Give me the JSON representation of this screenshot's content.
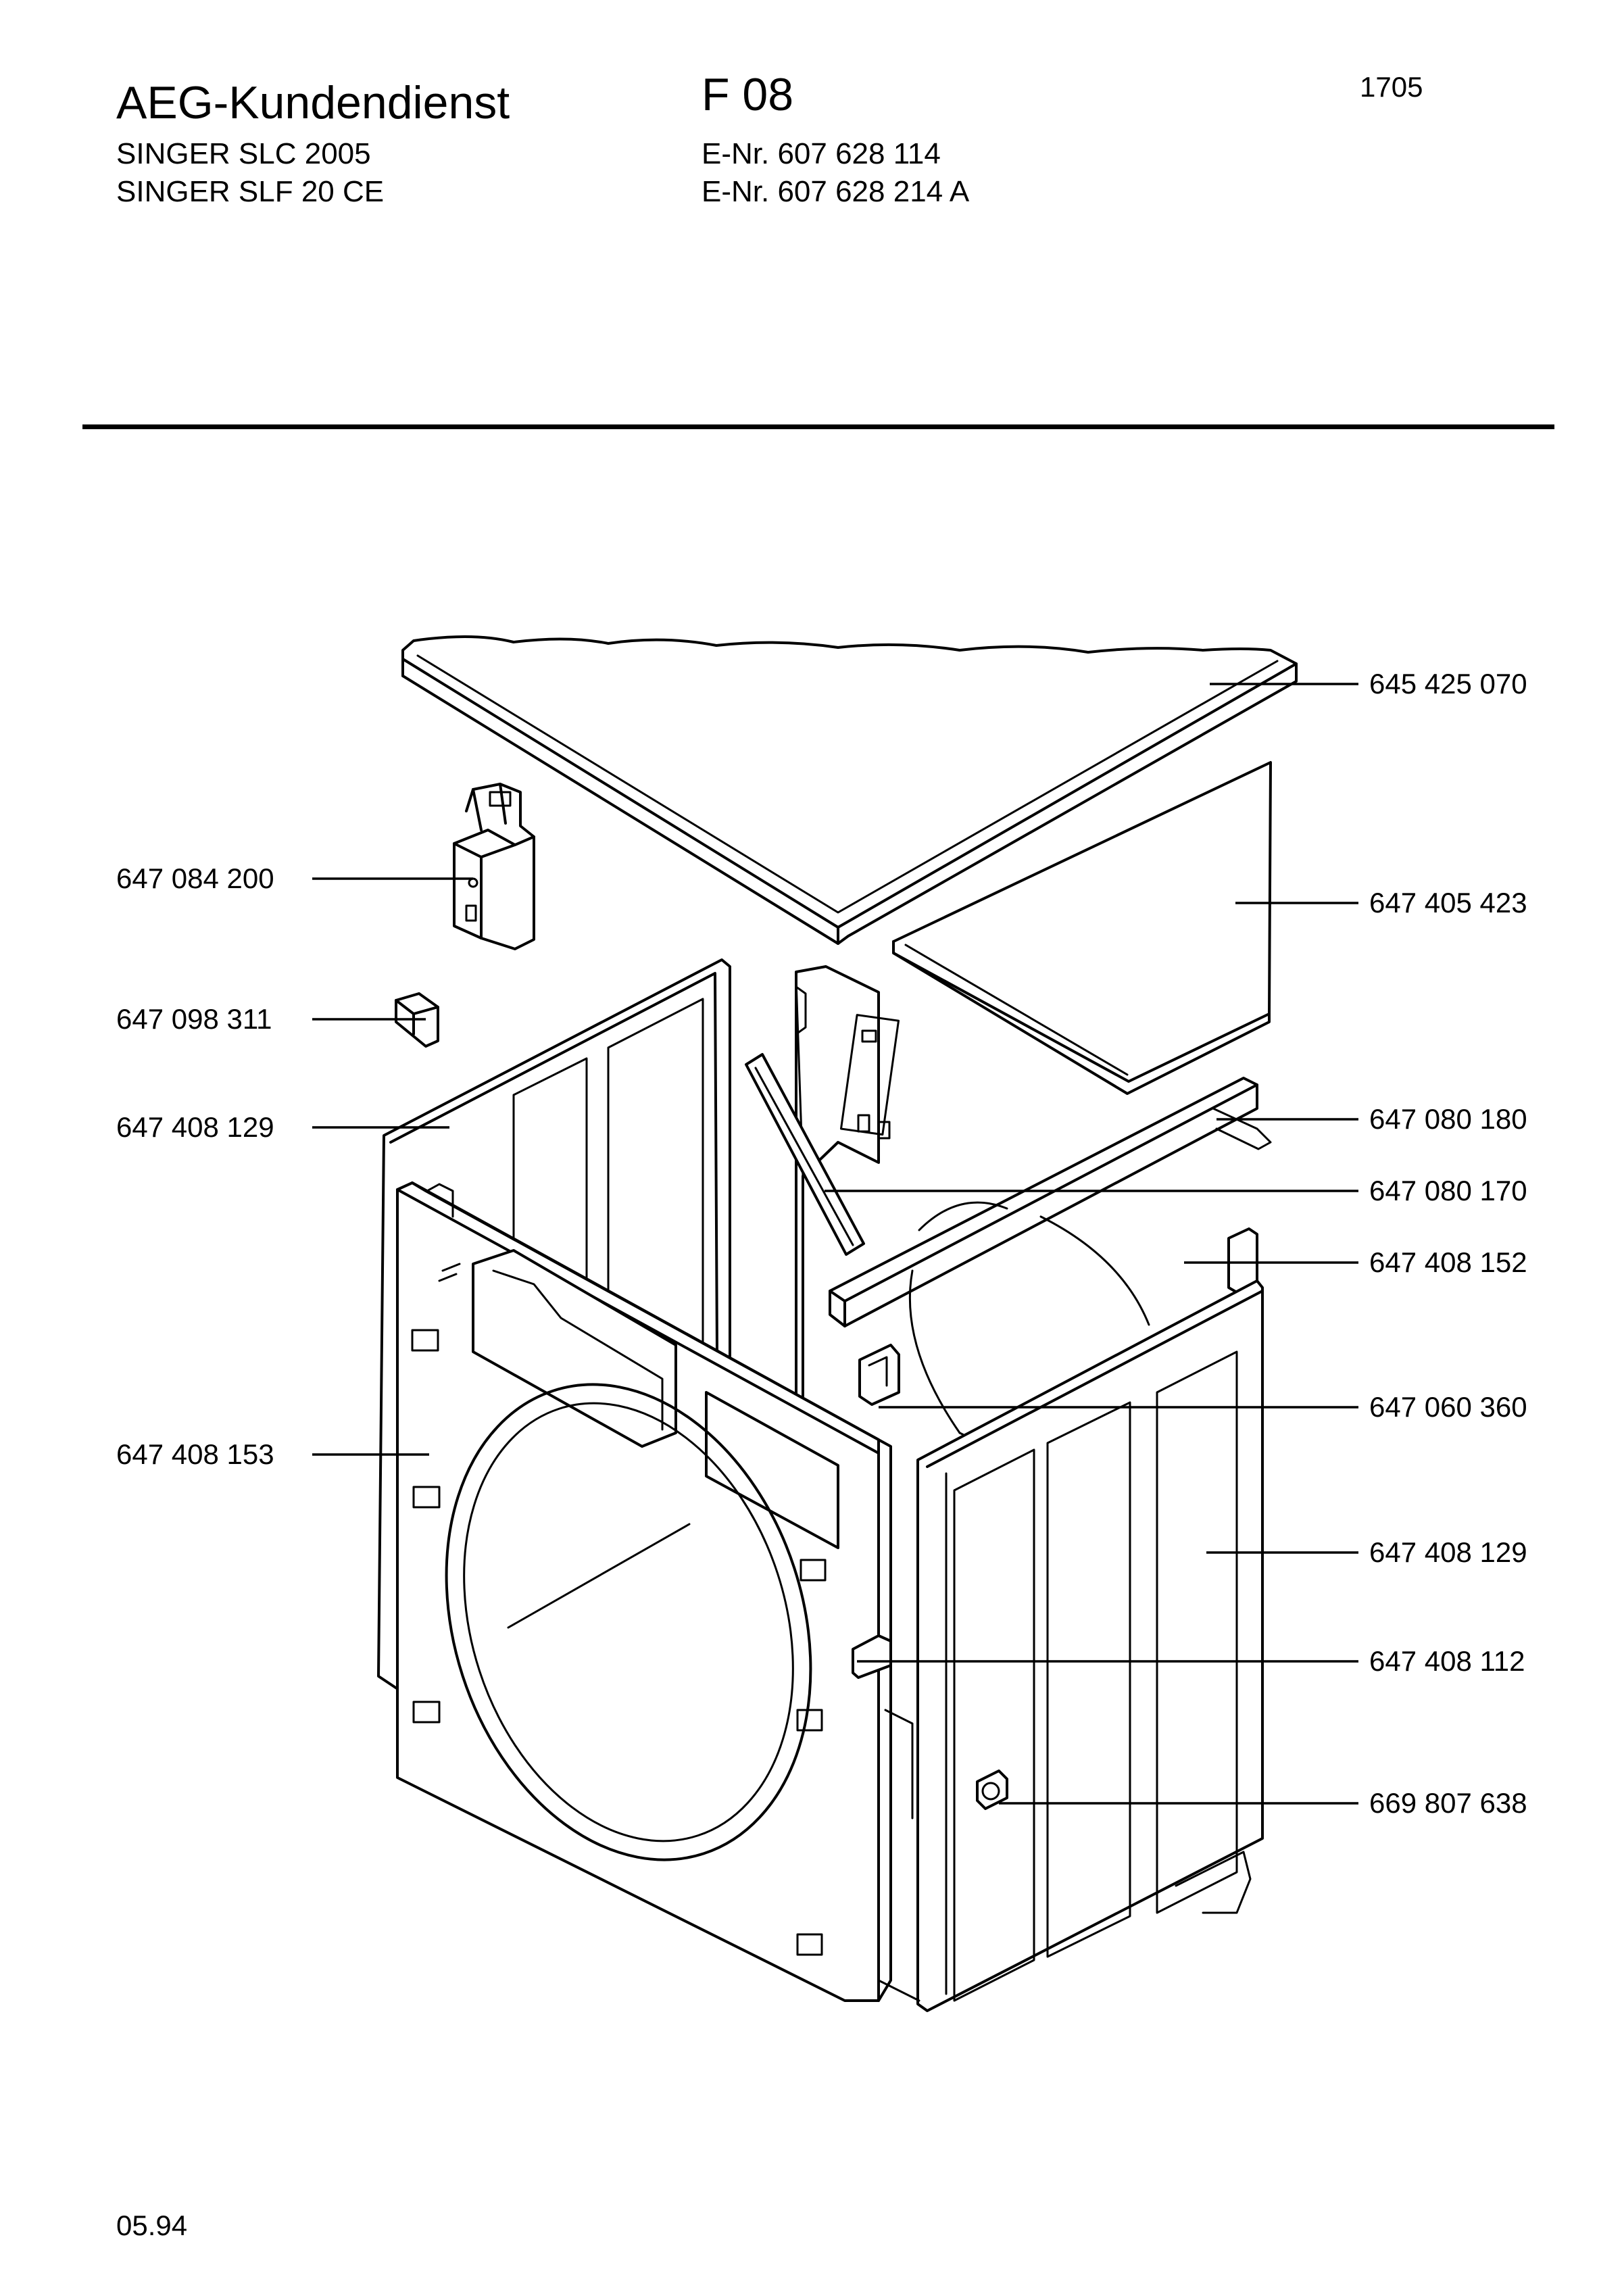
{
  "header": {
    "title": "AEG-Kundendienst",
    "code": "F 08",
    "sheet_no": "1705",
    "models": [
      {
        "name": "SINGER SLC 2005",
        "enr": "E-Nr. 607 628 114"
      },
      {
        "name": "SINGER SLF 20 CE",
        "enr": "E-Nr. 607 628 214 A"
      }
    ]
  },
  "footer": {
    "date": "05.94"
  },
  "parts_left": [
    "647 084 200",
    "647 098 311",
    "647 408 129",
    "647 408 153"
  ],
  "parts_right": [
    "645 425 070",
    "647 405 423",
    "647 080 180",
    "647 080 170",
    "647 408 152",
    "647 060 360",
    "647 408 129",
    "647 408 112",
    "669 807 638"
  ]
}
